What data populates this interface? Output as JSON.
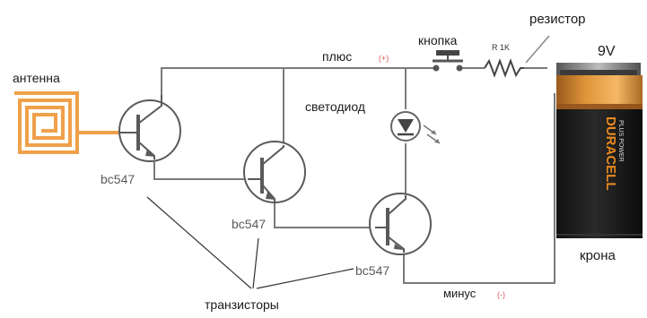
{
  "labels": {
    "antenna": "антенна",
    "plus": "плюс",
    "plus_sign": "(+)",
    "button": "кнопка",
    "resistor": "резистор",
    "resistor_value": "R 1K",
    "led": "светодиод",
    "minus": "минус",
    "minus_sign": "(-)",
    "transistor1": "bc547",
    "transistor2": "bc547",
    "transistor3": "bc547",
    "transistors": "транзисторы",
    "battery_voltage": "9V",
    "battery_name": "крона",
    "battery_brand": "DURACELL",
    "battery_sub": "PLUS POWER"
  },
  "colors": {
    "wire": "#7a7a7a",
    "antenna": "#f0a04a",
    "text": "#1a1a1a",
    "bc_label": "#5a5a5a",
    "sign": "#e05a5a",
    "battery_orange": "#e8891e",
    "battery_black": "#161616",
    "battery_copper": "#b8681e"
  }
}
